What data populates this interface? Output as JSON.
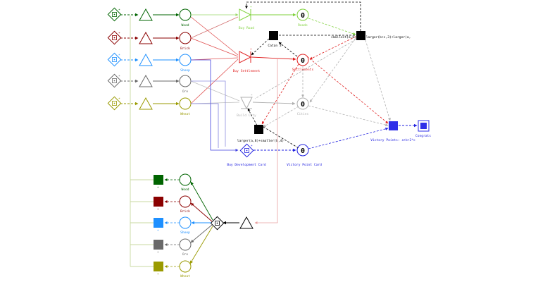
{
  "colors": {
    "wood": "#006400",
    "brick": "#8b0000",
    "sheep": "#1e90ff",
    "ore": "#696969",
    "wheat": "#9a9a00",
    "road": "#7fd13b",
    "settlement": "#e02020",
    "city": "#b0b0b0",
    "card": "#2020e0",
    "black": "#000000",
    "trunk": "#c8d8a0"
  },
  "icons": {
    "source": "dice-diamond-icon",
    "gate": "triangle-icon",
    "pool": "circle-pool-icon",
    "converter": "triangle-converter-icon",
    "register": "square-register-icon"
  },
  "labels": {
    "wood": "Wood",
    "brick": "Brick",
    "sheep": "Sheep",
    "ore": "Ore",
    "wheat": "Wheat",
    "buy_road": "Buy Road",
    "buy_settlement": "Buy Settlement",
    "build_city": "Build City",
    "buy_dev_card": "Buy Development Card",
    "roads": "Roads",
    "settlements": "Settlements",
    "cities": "Cities",
    "vp_card": "Victory Point Card",
    "catan": "Catan 3",
    "larger_small": "larger(a,8)+smaller(b,4)",
    "longest": "smallest(a,b+c) + larger(b+c,3)+larger(a,",
    "victory_points": "Victory Points: a+b+2*c",
    "congrats": "Congrats"
  },
  "values": {
    "roads": "0",
    "settlements": "0",
    "cities": "0",
    "vp_card": "0"
  },
  "star": "*"
}
